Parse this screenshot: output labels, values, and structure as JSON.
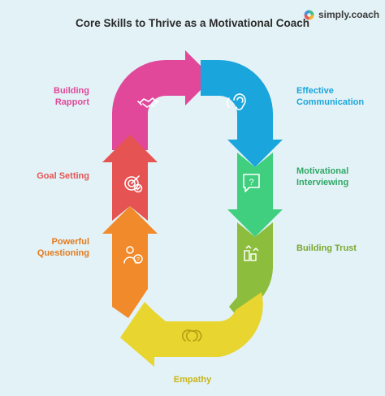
{
  "title": "Core Skills to Thrive as a Motivational Coach",
  "brand": {
    "name": "simply.coach",
    "logo_icon": "simply-coach-logo-icon"
  },
  "skills": [
    {
      "label_line1": "Building",
      "label_line2": "Rapport",
      "color": "#e1489a",
      "icon": "handshake-icon"
    },
    {
      "label_line1": "Effective",
      "label_line2": "Communication",
      "color": "#1aa6dc",
      "icon": "ear-icon"
    },
    {
      "label_line1": "Motivational",
      "label_line2": "Interviewing",
      "color": "#3fcf7e",
      "icon": "question-speech-icon"
    },
    {
      "label_line1": "Building Trust",
      "label_line2": "",
      "color": "#8dbd3c",
      "icon": "trust-building-icon"
    },
    {
      "label_line1": "Empathy",
      "label_line2": "",
      "color": "#e8d530",
      "icon": "empathy-heads-icon"
    },
    {
      "label_line1": "Powerful",
      "label_line2": "Questioning",
      "color": "#f08a2a",
      "icon": "questioning-person-icon"
    },
    {
      "label_line1": "Goal Setting",
      "label_line2": "",
      "color": "#e55353",
      "icon": "target-icon"
    }
  ]
}
